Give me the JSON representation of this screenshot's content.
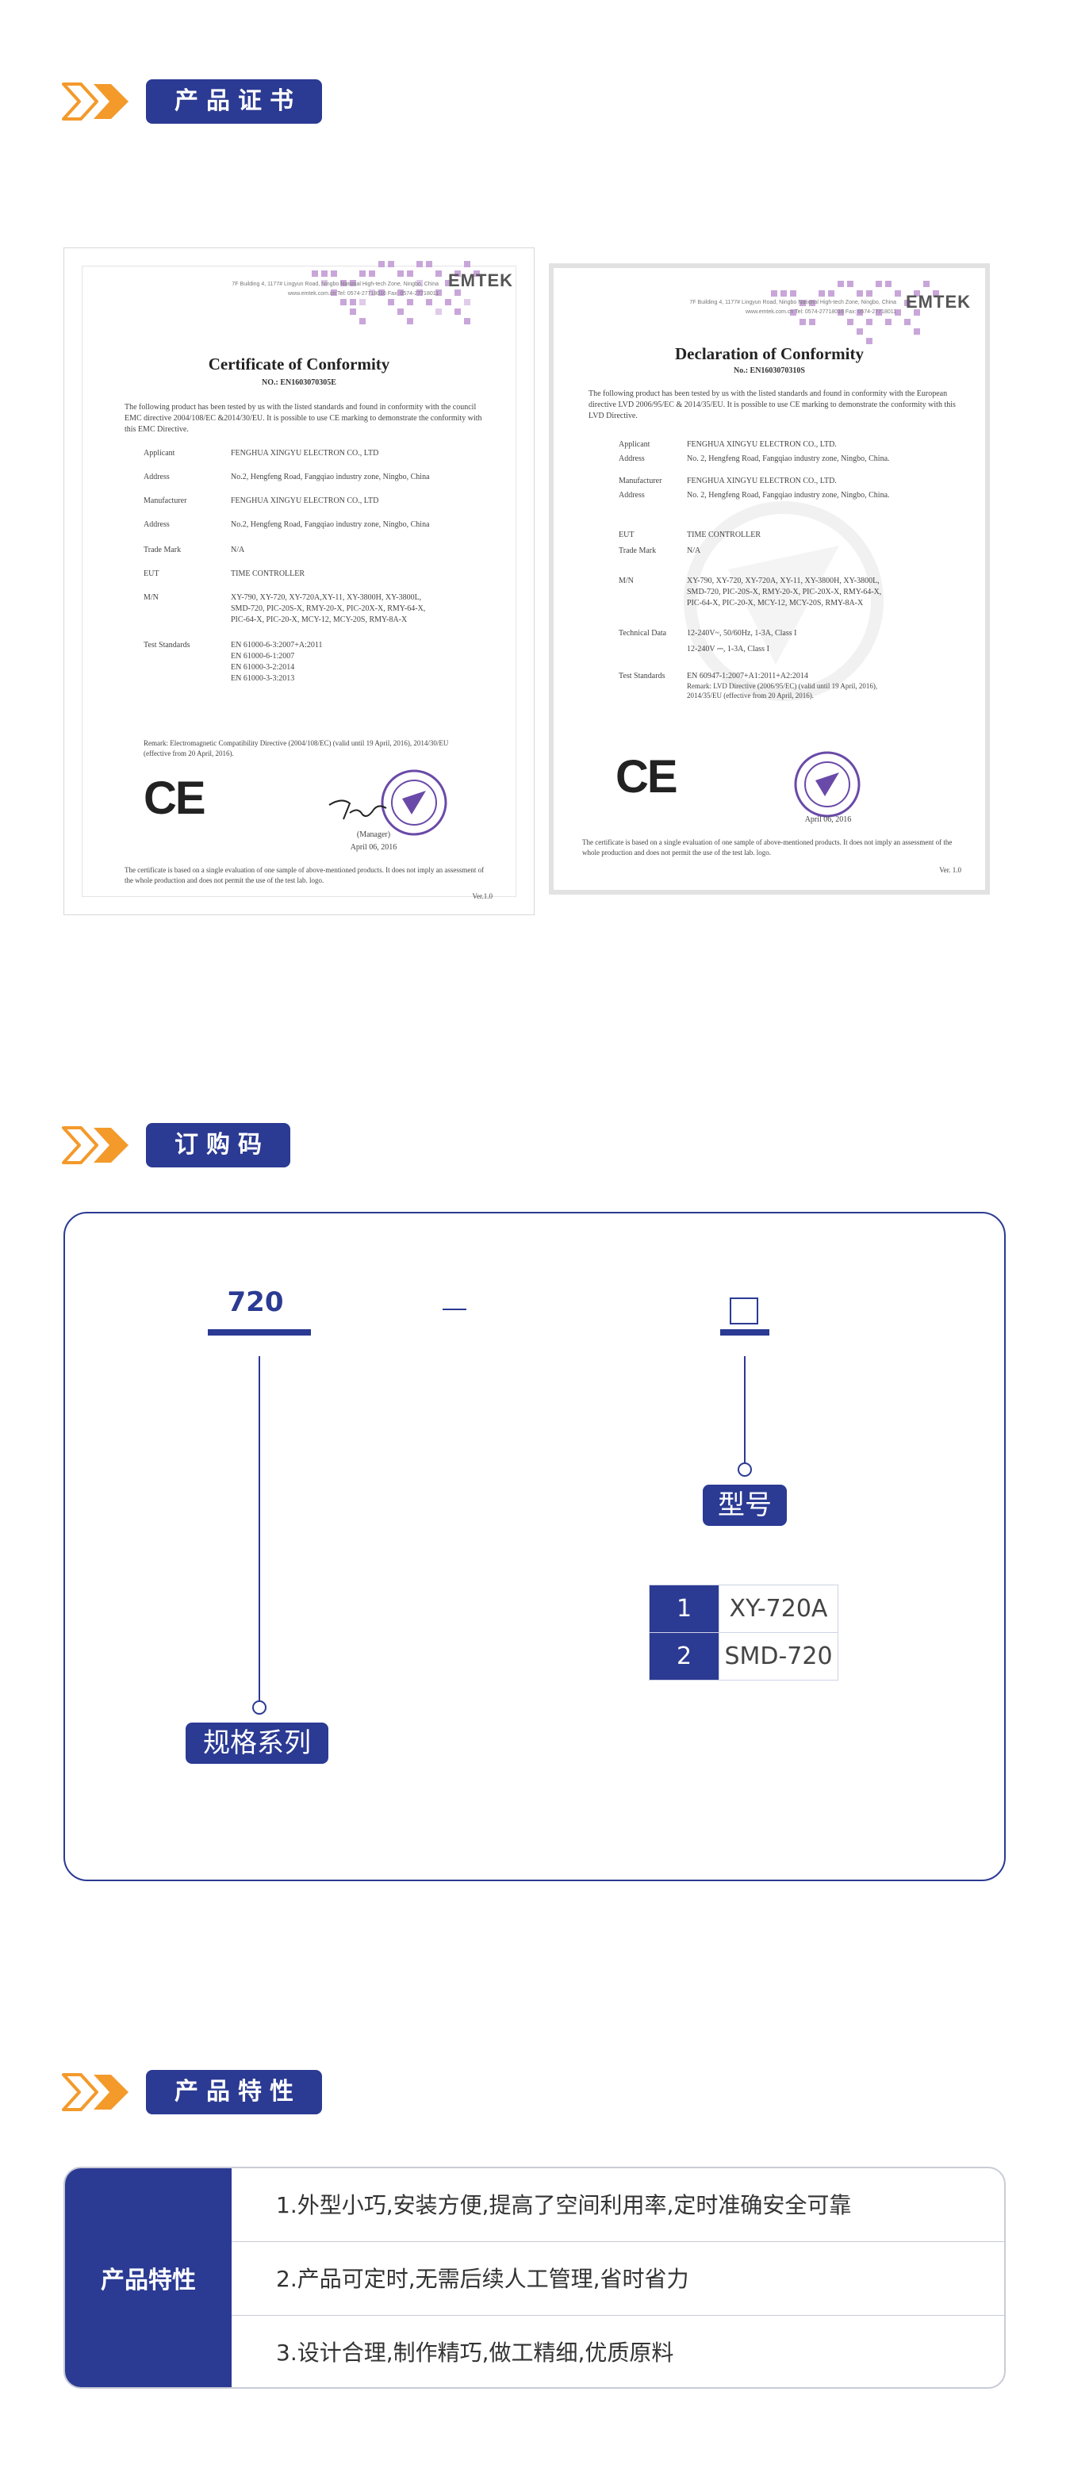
{
  "sections": {
    "certificates": "产品证书",
    "order_code": "订购码",
    "features": "产品特性"
  },
  "colors": {
    "brand": "#2b3a93",
    "accent": "#f39a2b"
  },
  "cert1": {
    "lab_addr": "7F Building 4, 1177# Lingyun Road, Ningbo National High-tech Zone, Ningbo, China",
    "lab_web": "www.emtek.com.cn   Tel: 0574-27718016   Fax: 0574-27718011",
    "logo": "EMTEK",
    "title": "Certificate of Conformity",
    "no": "NO.: EN1603070305E",
    "intro": "The following product has been tested by us with the listed standards and found in conformity with the council EMC directive 2004/108/EC &2014/30/EU. It is possible to use CE marking to demonstrate the conformity with this EMC Directive.",
    "applicant_label": "Applicant",
    "applicant": "FENGHUA XINGYU ELECTRON CO., LTD",
    "address_label": "Address",
    "address": "No.2, Hengfeng Road, Fangqiao industry zone, Ningbo, China",
    "manufacturer_label": "Manufacturer",
    "manufacturer": "FENGHUA XINGYU ELECTRON CO., LTD",
    "address2": "No.2, Hengfeng Road, Fangqiao industry zone, Ningbo, China",
    "trademark_label": "Trade Mark",
    "trademark": "N/A",
    "eut_label": "EUT",
    "eut": "TIME CONTROLLER",
    "mn_label": "M/N",
    "mn_1": "XY-790, XY-720, XY-720A,XY-11, XY-3800H, XY-3800L,",
    "mn_2": "SMD-720, PIC-20S-X, RMY-20-X, PIC-20X-X, RMY-64-X,",
    "mn_3": "PIC-64-X, PIC-20-X, MCY-12, MCY-20S, RMY-8A-X",
    "std_label": "Test Standards",
    "std_1": "EN 61000-6-3:2007+A:2011",
    "std_2": "EN 61000-6-1:2007",
    "std_3": "EN 61000-3-2:2014",
    "std_4": "EN 61000-3-3:2013",
    "remark": "Remark: Electromagnetic Compatibility Directive (2004/108/EC) (valid until 19 April, 2016), 2014/30/EU (effective from 20 April, 2016).",
    "ce": "CE",
    "manager": "(Manager)",
    "date": "April 06, 2016",
    "footer": "The certificate is based on a single evaluation of one sample of above-mentioned products. It does not imply an assessment of the whole production and does not permit the use of the test lab. logo.",
    "ver": "Ver.1.0"
  },
  "cert2": {
    "lab_addr": "7F Building 4, 1177# Lingyun Road, Ningbo National High-tech Zone, Ningbo, China",
    "lab_web": "www.emtek.com.cn   Tel: 0574-27718016   Fax: 0574-27718011",
    "logo": "EMTEK",
    "title": "Declaration of Conformity",
    "no": "No.: EN1603070310S",
    "intro": "The following product has been tested by us with the listed standards and found in conformity with the European directive LVD 2006/95/EC & 2014/35/EU. It is possible to use CE marking to demonstrate the conformity with this LVD Directive.",
    "applicant_label": "Applicant",
    "applicant": "FENGHUA XINGYU ELECTRON CO., LTD.",
    "address_label": "Address",
    "address": "No. 2, Hengfeng Road, Fangqiao industry zone, Ningbo, China.",
    "manufacturer_label": "Manufacturer",
    "manufacturer": "FENGHUA XINGYU ELECTRON CO., LTD.",
    "address2": "No. 2, Hengfeng Road, Fangqiao industry zone, Ningbo, China.",
    "eut_label": "EUT",
    "eut": "TIME CONTROLLER",
    "trademark_label": "Trade Mark",
    "trademark": "N/A",
    "mn_label": "M/N",
    "mn_1": "XY-790, XY-720, XY-720A, XY-11, XY-3800H, XY-3800L,",
    "mn_2": "SMD-720, PIC-20S-X, RMY-20-X, PIC-20X-X, RMY-64-X,",
    "mn_3": "PIC-64-X, PIC-20-X, MCY-12, MCY-20S, RMY-8A-X",
    "tech_label": "Technical Data",
    "tech_1": "12-240V~, 50/60Hz, 1-3A, Class I",
    "tech_2": "12-240V ⎓, 1-3A, Class I",
    "std_label": "Test Standards",
    "std_1": "EN 60947-1:2007+A1:2011+A2:2014",
    "std_2": "Remark: LVD Directive (2006/95/EC) (valid until 19 April, 2016),",
    "std_3": "2014/35/EU (effective from 20 April, 2016).",
    "ce": "CE",
    "date": "April 06, 2016",
    "footer": "The certificate is based on a single evaluation of one sample of above-mentioned products. It does not imply an assessment of the whole production and does not permit the use of the test lab. logo.",
    "ver": "Ver. 1.0"
  },
  "order_code": {
    "series_value": "720",
    "series_tag": "规格系列",
    "model_tag": "型号",
    "models": [
      {
        "num": "1",
        "name": "XY-720A"
      },
      {
        "num": "2",
        "name": "SMD-720"
      }
    ]
  },
  "features": {
    "header": "产品特性",
    "items": [
      "1.外型小巧,安装方便,提高了空间利用率,定时准确安全可靠",
      "2.产品可定时,无需后续人工管理,省时省力",
      "3.设计合理,制作精巧,做工精细,优质原料"
    ]
  }
}
